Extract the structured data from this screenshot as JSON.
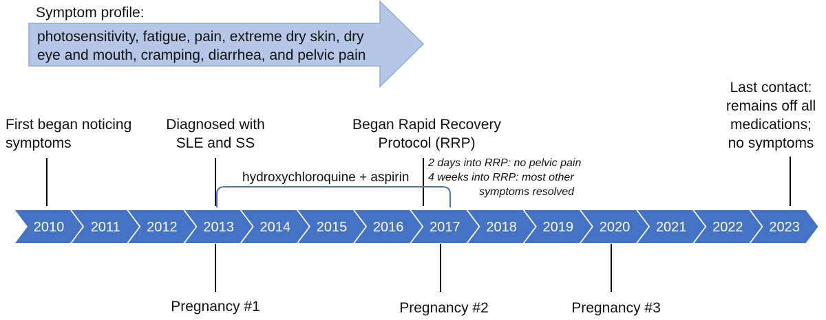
{
  "symptom_profile": {
    "heading": "Symptom profile:",
    "lines": [
      "photosensitivity, fatigue, pain, extreme dry skin, dry",
      "eye and mouth, cramping, diarrhea, and pelvic pain"
    ]
  },
  "years": [
    "2010",
    "2011",
    "2012",
    "2013",
    "2014",
    "2015",
    "2016",
    "2017",
    "2018",
    "2019",
    "2020",
    "2021",
    "2022",
    "2023"
  ],
  "events_above": [
    {
      "lines": [
        "First began noticing",
        "symptoms"
      ]
    },
    {
      "lines": [
        "Diagnosed with",
        "SLE and SS"
      ]
    },
    {
      "lines": [
        "Began Rapid Recovery",
        "Protocol (RRP)"
      ]
    },
    {
      "lines": [
        "Last contact:",
        "remains off all",
        "medications;",
        "no symptoms"
      ]
    }
  ],
  "treatment": {
    "label": "hydroxychloroquine + aspirin"
  },
  "rrp_notes": [
    "2 days into RRP: no pelvic pain",
    "4 weeks into RRP: most other",
    "symptoms resolved"
  ],
  "events_below": [
    {
      "label": "Pregnancy #1"
    },
    {
      "label": "Pregnancy #2"
    },
    {
      "label": "Pregnancy #3"
    }
  ],
  "colors": {
    "chevron": "#4472c4",
    "arrow_fill": "#b4c7e7",
    "arrow_stroke": "#8fa9d6",
    "bracket": "#4472c4",
    "line": "#000000"
  }
}
